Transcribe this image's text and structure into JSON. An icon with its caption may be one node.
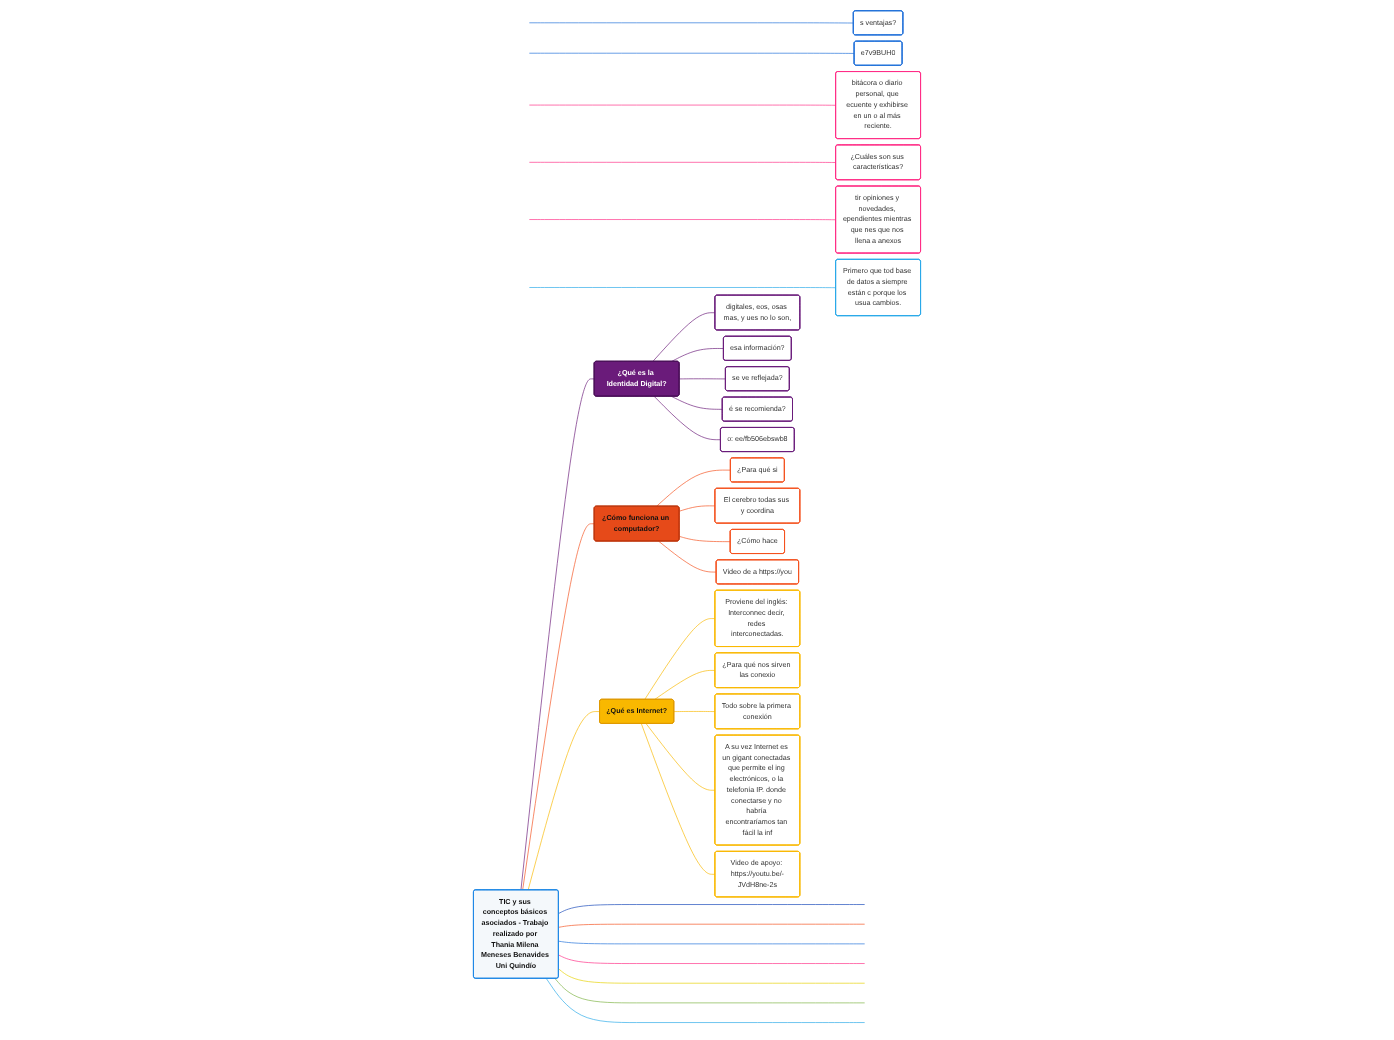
{
  "diagram": {
    "nodes": [
      {
        "text": [
          "TIC y sus conceptos básicos asociados - Trabajo realizado por Thania Milena Meneses Benavides Uni Quindío"
        ]
      },
      {
        "text": [
          "s ventajas?"
        ]
      },
      {
        "text": [
          "e7v9BUH0"
        ]
      },
      {
        "text": [
          "¿Qué es la Identidad Digital?"
        ]
      },
      {
        "text": [
          "digitales, eos, osas mas, y ues no lo son,"
        ]
      },
      {
        "text": [
          "esa información?"
        ]
      },
      {
        "text": [
          "se ve reflejada?"
        ]
      },
      {
        "text": [
          "é se recomienda?"
        ]
      },
      {
        "text": [
          "o: ee/fb506ebswb8"
        ]
      },
      {
        "text": [
          "bitácora o diario personal, que ecuente y exhibirse en un o al más reciente."
        ]
      },
      {
        "text": [
          "¿Cuáles son sus características?"
        ]
      },
      {
        "text": [
          "tir opiniones y novedades, ependientes mientras que nes que nos llena a anexos"
        ]
      },
      {
        "text": [
          "¿Cómo funciona un computador?"
        ]
      },
      {
        "text": [
          "¿Para qué si"
        ]
      },
      {
        "text": [
          "El cerebro todas sus y coordina"
        ]
      },
      {
        "text": [
          "¿Cómo hace"
        ]
      },
      {
        "text": [
          "Video de a https://you"
        ]
      },
      {
        "text": [
          "¿Qué es Internet?"
        ]
      },
      {
        "text": [
          "Proviene del inglés: Interconnec decir, redes interconectadas."
        ]
      },
      {
        "text": [
          "¿Para qué nos sirven las conexio"
        ]
      },
      {
        "text": [
          "Todo sobre la primera conexión"
        ]
      },
      {
        "text": [
          "A su vez Internet es un gigant conectadas que permite el ing electrónicos, o la telefonía IP. donde conectarse y no habría encontraríamos tan fácil la inf"
        ]
      },
      {
        "text": [
          "Video de apoyo: https://youtu.be/-JVdH8ne-2s"
        ]
      },
      {
        "text": [
          "Primero que tod base de datos a siempre están c porque los usua cambios."
        ]
      }
    ],
    "edges": [
      {
        "from": null,
        "to": 1,
        "arrow": "none",
        "color": "#1e6fd9"
      },
      {
        "from": null,
        "to": 2,
        "arrow": "none",
        "color": "#1e6fd9"
      },
      {
        "from": 0,
        "to": 3,
        "arrow": "none",
        "color": "#6a1b7a"
      },
      {
        "from": 3,
        "to": 4,
        "arrow": "none",
        "color": "#6a1b7a"
      },
      {
        "from": 3,
        "to": 5,
        "arrow": "none",
        "color": "#6a1b7a"
      },
      {
        "from": 3,
        "to": 6,
        "arrow": "none",
        "color": "#6a1b7a"
      },
      {
        "from": 3,
        "to": 7,
        "arrow": "none",
        "color": "#6a1b7a"
      },
      {
        "from": 3,
        "to": 8,
        "arrow": "none",
        "color": "#6a1b7a"
      },
      {
        "from": null,
        "to": 9,
        "arrow": "none",
        "color": "#ff2d86"
      },
      {
        "from": null,
        "to": 10,
        "arrow": "none",
        "color": "#ff2d86"
      },
      {
        "from": null,
        "to": 11,
        "arrow": "none",
        "color": "#ff2d86"
      },
      {
        "from": 0,
        "to": 12,
        "arrow": "none",
        "color": "#f4511e"
      },
      {
        "from": 12,
        "to": 13,
        "arrow": "none",
        "color": "#f4511e"
      },
      {
        "from": 12,
        "to": 14,
        "arrow": "none",
        "color": "#f4511e"
      },
      {
        "from": 12,
        "to": 15,
        "arrow": "none",
        "color": "#f4511e"
      },
      {
        "from": 12,
        "to": 16,
        "arrow": "none",
        "color": "#f4511e"
      },
      {
        "from": 0,
        "to": 17,
        "arrow": "none",
        "color": "#f9b800"
      },
      {
        "from": 17,
        "to": 18,
        "arrow": "none",
        "color": "#f9b800"
      },
      {
        "from": 17,
        "to": 19,
        "arrow": "none",
        "color": "#f9b800"
      },
      {
        "from": 17,
        "to": 20,
        "arrow": "none",
        "color": "#f9b800"
      },
      {
        "from": 17,
        "to": 21,
        "arrow": "none",
        "color": "#f9b800"
      },
      {
        "from": 17,
        "to": 22,
        "arrow": "none",
        "color": "#f9b800"
      },
      {
        "from": null,
        "to": 23,
        "arrow": "none",
        "color": "#29a9e8"
      },
      {
        "from": 0,
        "to": null,
        "arrow": "none",
        "color": "#1547b8"
      },
      {
        "from": 0,
        "to": null,
        "arrow": "none",
        "color": "#f4511e"
      },
      {
        "from": 0,
        "to": null,
        "arrow": "none",
        "color": "#1e6fd9"
      },
      {
        "from": 0,
        "to": null,
        "arrow": "none",
        "color": "#ff2d86"
      },
      {
        "from": 0,
        "to": null,
        "arrow": "none",
        "color": "#e6d200"
      },
      {
        "from": 0,
        "to": null,
        "arrow": "none",
        "color": "#7cb342"
      },
      {
        "from": 0,
        "to": null,
        "arrow": "none",
        "color": "#29a9e8"
      }
    ]
  }
}
